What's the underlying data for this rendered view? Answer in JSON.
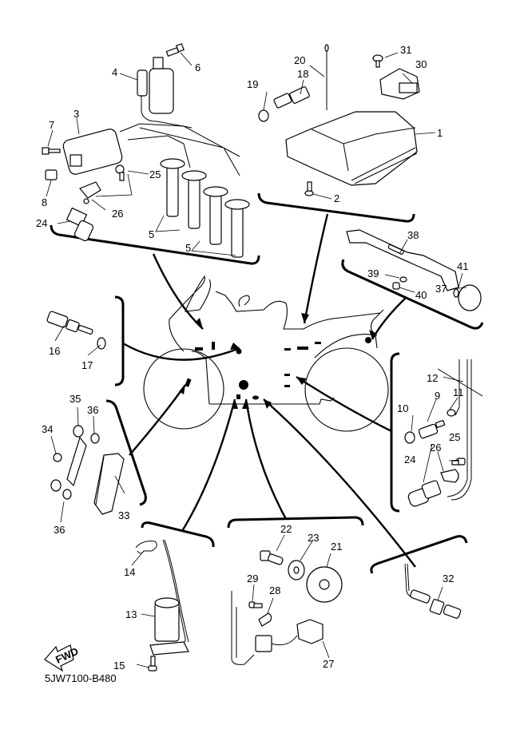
{
  "diagram": {
    "title_code": "5JW7100-B480",
    "fwd_label": "FWD",
    "callouts": [
      {
        "id": "1",
        "text": "1"
      },
      {
        "id": "2",
        "text": "2"
      },
      {
        "id": "3",
        "text": "3"
      },
      {
        "id": "4",
        "text": "4"
      },
      {
        "id": "5a",
        "text": "5"
      },
      {
        "id": "5b",
        "text": "5"
      },
      {
        "id": "6",
        "text": "6"
      },
      {
        "id": "7",
        "text": "7"
      },
      {
        "id": "8",
        "text": "8"
      },
      {
        "id": "9",
        "text": "9"
      },
      {
        "id": "10",
        "text": "10"
      },
      {
        "id": "11",
        "text": "11"
      },
      {
        "id": "12",
        "text": "12"
      },
      {
        "id": "13",
        "text": "13"
      },
      {
        "id": "14",
        "text": "14"
      },
      {
        "id": "15",
        "text": "15"
      },
      {
        "id": "16",
        "text": "16"
      },
      {
        "id": "17",
        "text": "17"
      },
      {
        "id": "18",
        "text": "18"
      },
      {
        "id": "19",
        "text": "19"
      },
      {
        "id": "20",
        "text": "20"
      },
      {
        "id": "21",
        "text": "21"
      },
      {
        "id": "22",
        "text": "22"
      },
      {
        "id": "23",
        "text": "23"
      },
      {
        "id": "24a",
        "text": "24"
      },
      {
        "id": "24b",
        "text": "24"
      },
      {
        "id": "25a",
        "text": "25"
      },
      {
        "id": "25b",
        "text": "25"
      },
      {
        "id": "26a",
        "text": "26"
      },
      {
        "id": "26b",
        "text": "26"
      },
      {
        "id": "27",
        "text": "27"
      },
      {
        "id": "28",
        "text": "28"
      },
      {
        "id": "29",
        "text": "29"
      },
      {
        "id": "30",
        "text": "30"
      },
      {
        "id": "31",
        "text": "31"
      },
      {
        "id": "32",
        "text": "32"
      },
      {
        "id": "33",
        "text": "33"
      },
      {
        "id": "34",
        "text": "34"
      },
      {
        "id": "35",
        "text": "35"
      },
      {
        "id": "36a",
        "text": "36"
      },
      {
        "id": "36b",
        "text": "36"
      },
      {
        "id": "37",
        "text": "37"
      },
      {
        "id": "38",
        "text": "38"
      },
      {
        "id": "39",
        "text": "39"
      },
      {
        "id": "40",
        "text": "40"
      },
      {
        "id": "41",
        "text": "41"
      }
    ],
    "groups": [
      {
        "name": "ignition-coils-group",
        "parts": [
          "3",
          "4",
          "5",
          "6",
          "7",
          "8",
          "24",
          "25",
          "26"
        ]
      },
      {
        "name": "ecu-group",
        "parts": [
          "1",
          "2",
          "18",
          "19",
          "20",
          "30",
          "31"
        ]
      },
      {
        "name": "lean-angle-sensor-group",
        "parts": [
          "37",
          "38",
          "39",
          "40",
          "41"
        ]
      },
      {
        "name": "coolant-temp-sensor-group",
        "parts": [
          "16",
          "17"
        ]
      },
      {
        "name": "relay-group",
        "parts": [
          "33",
          "34",
          "35",
          "36"
        ]
      },
      {
        "name": "cam-sensor-group",
        "parts": [
          "9",
          "10",
          "11",
          "12",
          "24",
          "25",
          "26"
        ]
      },
      {
        "name": "solenoid-group",
        "parts": [
          "13",
          "14",
          "15"
        ]
      },
      {
        "name": "pickup-rotor-group",
        "parts": [
          "21",
          "22",
          "23",
          "27",
          "28",
          "29"
        ]
      },
      {
        "name": "o2-sensor-group",
        "parts": [
          "32"
        ]
      }
    ]
  }
}
